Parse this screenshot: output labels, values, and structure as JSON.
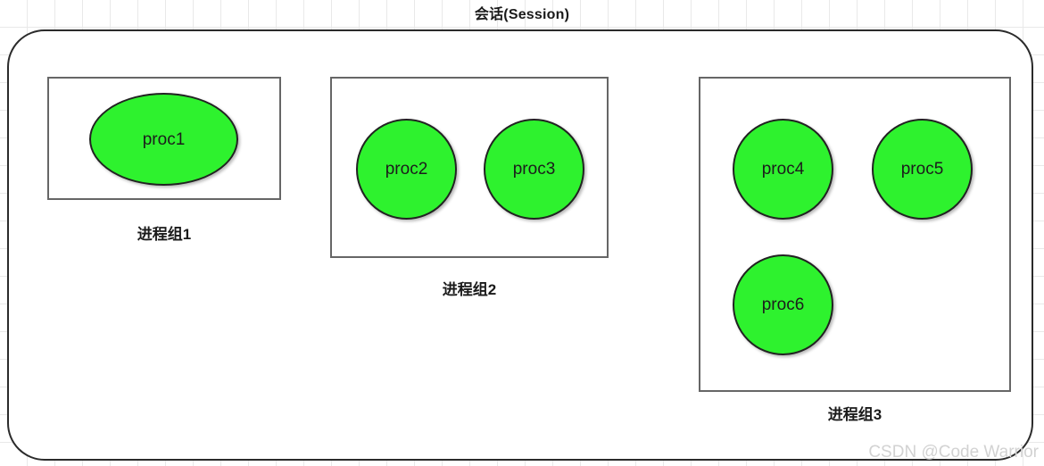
{
  "diagram": {
    "title": "会话(Session)",
    "watermark": "CSDN @Code Warrior",
    "colors": {
      "process_fill": "#2ef22e",
      "process_border": "#222222",
      "group_border": "#666666",
      "session_border": "#2b2b2b",
      "grid": "#e9e9e9",
      "background": "#ffffff",
      "watermark_text": "#d2d2d2"
    },
    "groups": [
      {
        "label": "进程组1",
        "processes": [
          {
            "name": "proc1",
            "shape": "ellipse"
          }
        ]
      },
      {
        "label": "进程组2",
        "processes": [
          {
            "name": "proc2",
            "shape": "circle"
          },
          {
            "name": "proc3",
            "shape": "circle"
          }
        ]
      },
      {
        "label": "进程组3",
        "processes": [
          {
            "name": "proc4",
            "shape": "circle"
          },
          {
            "name": "proc5",
            "shape": "circle"
          },
          {
            "name": "proc6",
            "shape": "circle"
          }
        ]
      }
    ]
  }
}
